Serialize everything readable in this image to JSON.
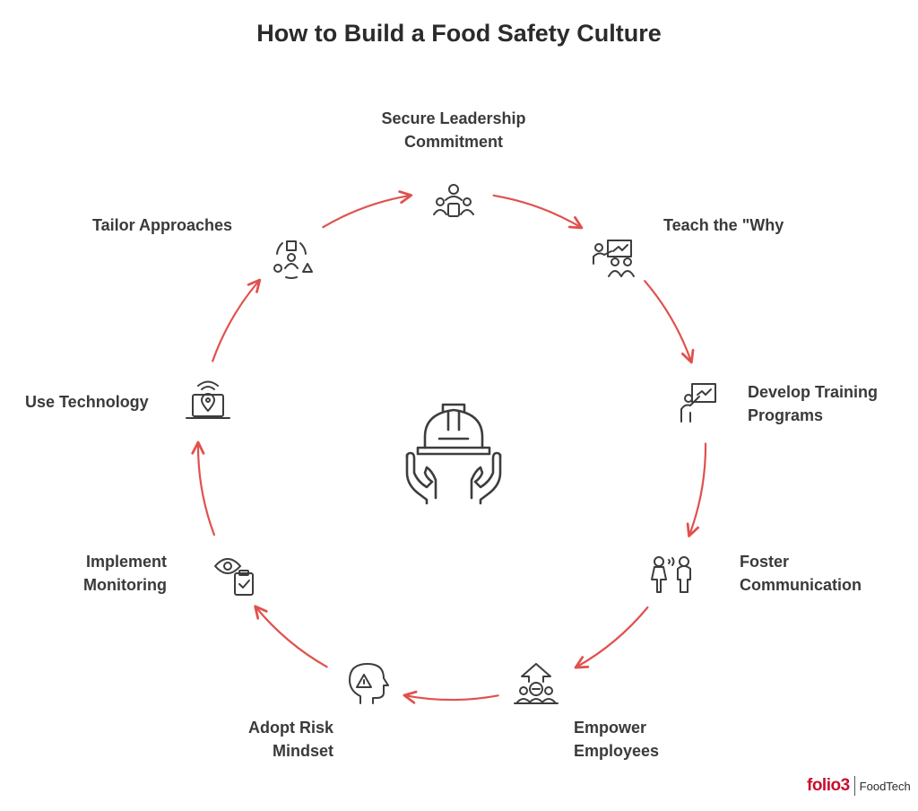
{
  "title": "How to Build a Food Safety Culture",
  "accent_color": "#e0514d",
  "steps": [
    {
      "line1": "Secure Leadership",
      "line2": "Commitment",
      "icon": "meeting-table-icon"
    },
    {
      "line1": "Teach the \"Why",
      "line2": "",
      "icon": "presentation-audience-icon"
    },
    {
      "line1": "Develop Training",
      "line2": "Programs",
      "icon": "trainer-board-icon"
    },
    {
      "line1": "Foster",
      "line2": "Communication",
      "icon": "two-people-talking-icon"
    },
    {
      "line1": "Empower",
      "line2": "Employees",
      "icon": "team-growth-arrow-icon"
    },
    {
      "line1": "Adopt Risk",
      "line2": "Mindset",
      "icon": "head-warning-icon"
    },
    {
      "line1": "Implement",
      "line2": "Monitoring",
      "icon": "eye-clipboard-icon"
    },
    {
      "line1": "Use Technology",
      "line2": "",
      "icon": "laptop-location-icon"
    },
    {
      "line1": "Tailor Approaches",
      "line2": "",
      "icon": "shapes-person-icon"
    }
  ],
  "center_icon": "hard-hat-hands-icon",
  "logo": {
    "word": "folio3",
    "sub": "FoodTech"
  }
}
